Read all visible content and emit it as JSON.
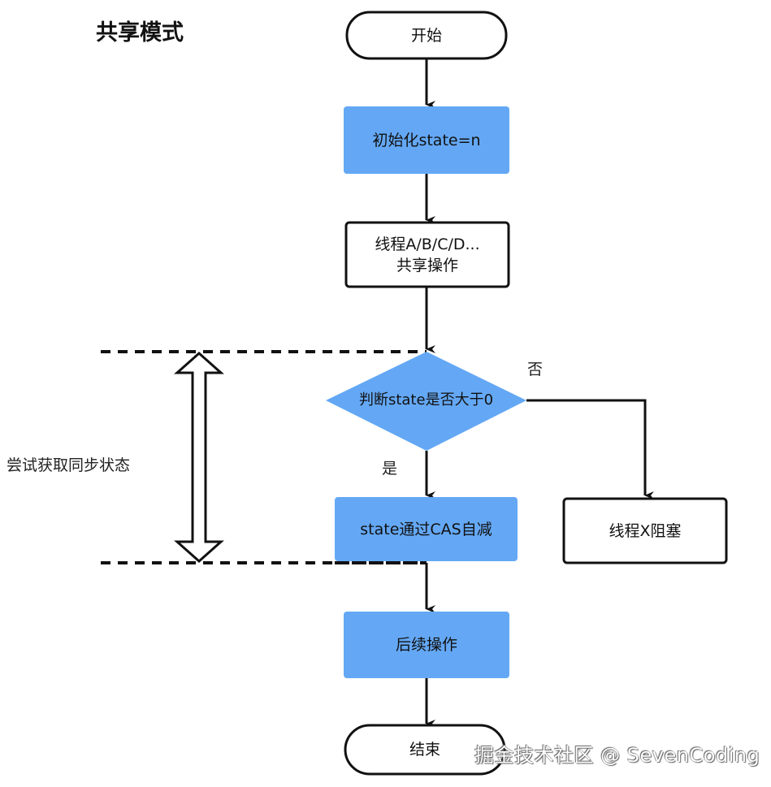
{
  "title": "共享模式",
  "colors": {
    "blue_fill": "#64a8f5",
    "stroke": "#111111",
    "background": "#ffffff"
  },
  "nodes": {
    "start": "开始",
    "init": "初始化state=n",
    "threads_line1": "线程A/B/C/D...",
    "threads_line2": "共享操作",
    "decision": "判断state是否大于0",
    "cas": "state通过CAS自减",
    "blocked": "线程X阻塞",
    "followup": "后续操作",
    "end": "结束"
  },
  "edges": {
    "no": "否",
    "yes": "是"
  },
  "annotation": "尝试获取同步状态",
  "watermark": "掘金技术社区 @ SevenCoding"
}
